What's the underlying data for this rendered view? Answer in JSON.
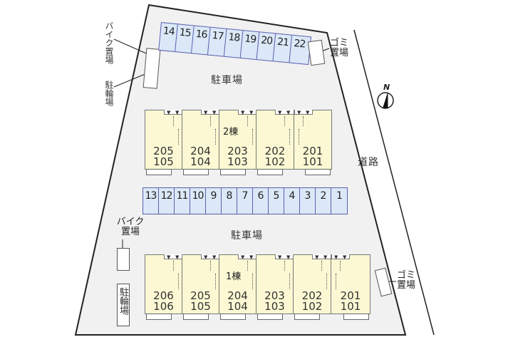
{
  "site_plan": {
    "road_label": "道路",
    "north_label": "N",
    "parking_label_top": "駐車場",
    "parking_label_bottom": "駐車場",
    "bike_parking_label_top": "バイク置場",
    "bicycle_parking_label_top": "駐輪場",
    "bike_parking_label_bottom": "バイク置場",
    "bicycle_parking_label_bottom": "駐輪場",
    "garbage_label_top": "ゴミ置場",
    "garbage_label_bottom": "ゴミ置場"
  },
  "parking_top_row": [
    "14",
    "15",
    "16",
    "17",
    "18",
    "19",
    "20",
    "21",
    "22"
  ],
  "parking_middle_row": [
    "13",
    "12",
    "11",
    "10",
    "9",
    "8",
    "7",
    "6",
    "5",
    "4",
    "3",
    "2",
    "1"
  ],
  "building_2": {
    "label": "2棟",
    "units": [
      {
        "upper": "205",
        "lower": "105"
      },
      {
        "upper": "204",
        "lower": "104"
      },
      {
        "upper": "203",
        "lower": "103"
      },
      {
        "upper": "202",
        "lower": "102"
      },
      {
        "upper": "201",
        "lower": "101"
      }
    ]
  },
  "building_1": {
    "label": "1棟",
    "units": [
      {
        "upper": "206",
        "lower": "106"
      },
      {
        "upper": "205",
        "lower": "105"
      },
      {
        "upper": "204",
        "lower": "104"
      },
      {
        "upper": "203",
        "lower": "103"
      },
      {
        "upper": "202",
        "lower": "102"
      },
      {
        "upper": "201",
        "lower": "101"
      }
    ]
  },
  "colors": {
    "lot_fill": "#f1f1f1",
    "parking_fill": "#dbe8f7",
    "parking_border": "#5b5fb0",
    "unit_fill": "#fbf8d3"
  }
}
